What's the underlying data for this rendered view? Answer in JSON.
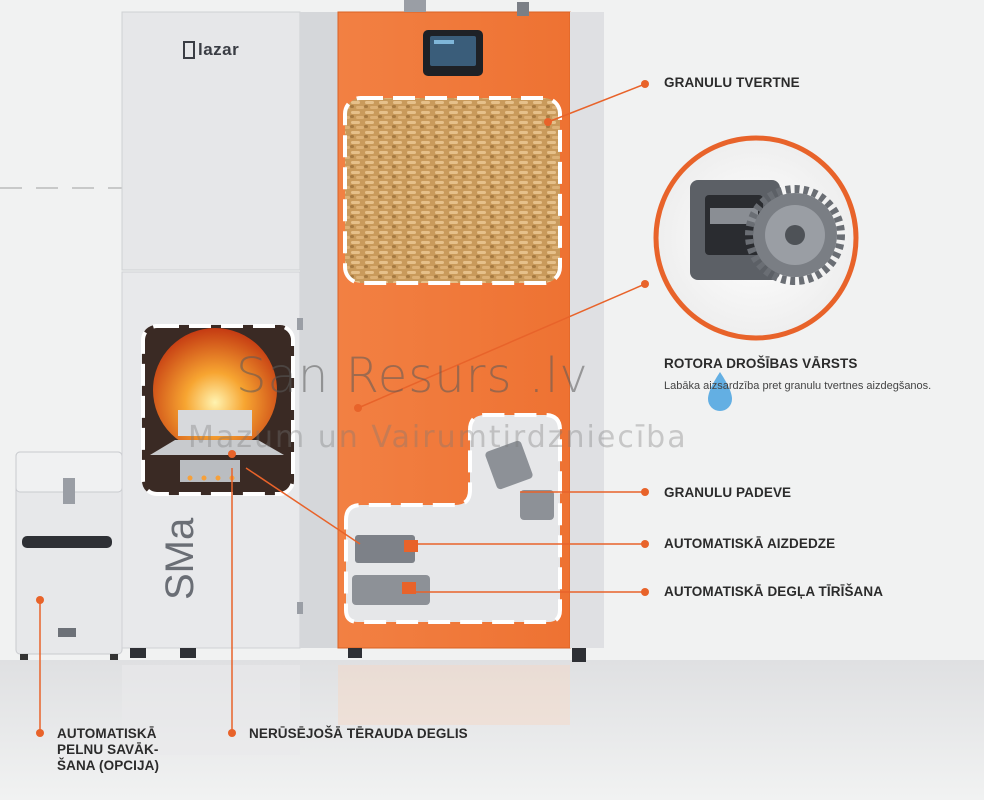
{
  "brand": {
    "logo_text": "lazar",
    "model_text": "SMa"
  },
  "watermark": {
    "title": "San Resurs .lv",
    "subtitle": "Mazum un Vairumtirdzniecība"
  },
  "callouts": [
    {
      "id": "granulu-tvertne",
      "label": "GRANULU TVERTNE"
    },
    {
      "id": "rotora-drosibas-varsts",
      "label": "ROTORA DROŠĪBAS VĀRSTS",
      "description": "Labāka aizsardzība pret granulu tvertnes aizdegšanos."
    },
    {
      "id": "granulu-padeve",
      "label": "GRANULU PADEVE"
    },
    {
      "id": "automatiska-aizdedze",
      "label": "AUTOMATISKĀ AIZDEDZE"
    },
    {
      "id": "automatiska-degla-tirisana",
      "label": "AUTOMATISKĀ DEGĻA TĪRĪŠANA"
    },
    {
      "id": "nerusejosa-terauda-deglis",
      "label": "NERŪSĒJOŠĀ TĒRAUDA DEGLIS"
    },
    {
      "id": "automatiska-pelnu-savaksana",
      "label": "AUTOMATISKĀ PELNU SAVĀK-ŠANA (OPCIJA)"
    }
  ],
  "colors": {
    "accent": "#e8632a",
    "panel_orange": "#f07a3a",
    "body_grey": "#e4e5e7",
    "background": "#f1f2f2"
  },
  "icons": [
    "lazar-logo-icon",
    "control-display-icon",
    "water-drop-icon",
    "rotary-valve-gear-icon",
    "flame-icon"
  ]
}
